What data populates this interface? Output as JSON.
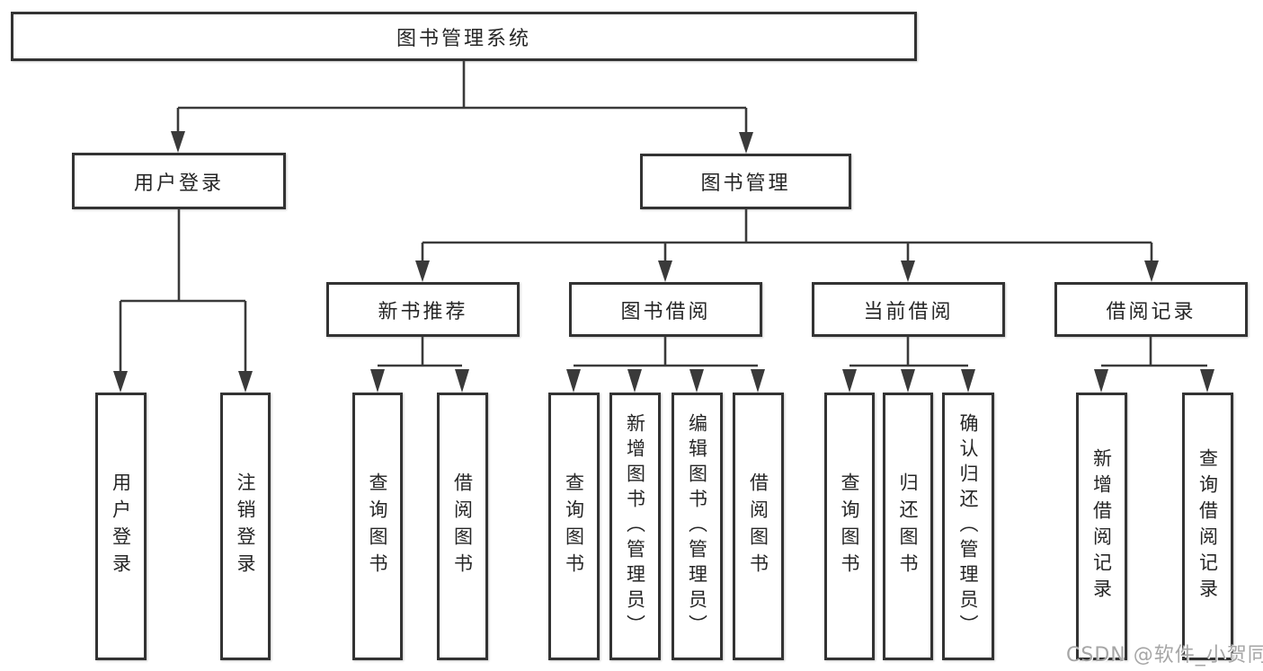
{
  "diagram_type": "hierarchy-tree",
  "tree": {
    "root": {
      "label": "图书管理系统"
    },
    "branches": [
      {
        "label": "用户登录",
        "children": [
          {
            "label": "用户登录"
          },
          {
            "label": "注销登录"
          }
        ]
      },
      {
        "label": "图书管理",
        "children": [
          {
            "label": "新书推荐",
            "children": [
              {
                "label": "查询图书"
              },
              {
                "label": "借阅图书"
              }
            ]
          },
          {
            "label": "图书借阅",
            "children": [
              {
                "label": "查询图书"
              },
              {
                "label": "新增图书（管理员）"
              },
              {
                "label": "编辑图书（管理员）"
              },
              {
                "label": "借阅图书"
              }
            ]
          },
          {
            "label": "当前借阅",
            "children": [
              {
                "label": "查询图书"
              },
              {
                "label": "归还图书"
              },
              {
                "label": "确认归还（管理员）"
              }
            ]
          },
          {
            "label": "借阅记录",
            "children": [
              {
                "label": "新增借阅记录"
              },
              {
                "label": "查询借阅记录"
              }
            ]
          }
        ]
      }
    ]
  },
  "watermark": "CSDN @软件_小贺同学",
  "colors": {
    "line": "#3a3a3a",
    "box_border": "#333333",
    "text": "#262626",
    "watermark": "#a6a6a6",
    "background": "#ffffff"
  }
}
